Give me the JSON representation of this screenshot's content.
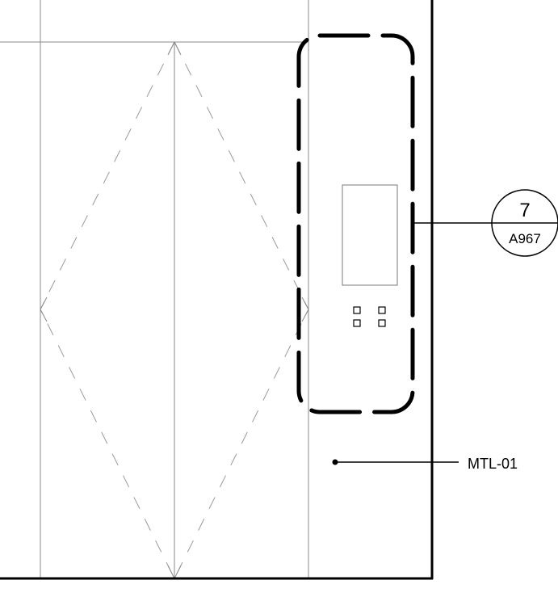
{
  "detail_tag": {
    "number": "7",
    "sheet": "A967"
  },
  "material_tag": {
    "label": "MTL-01"
  }
}
